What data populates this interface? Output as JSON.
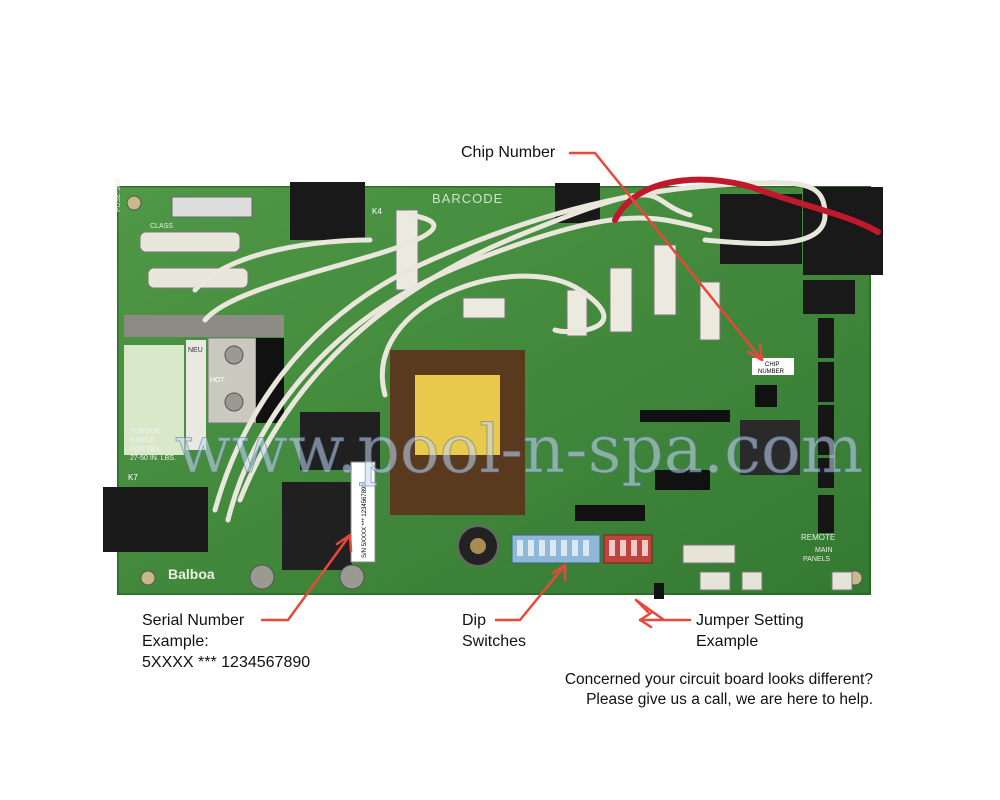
{
  "callouts": {
    "chip_number": "Chip Number",
    "serial_number": [
      "Serial Number",
      "Example:",
      "5XXXX *** 1234567890"
    ],
    "dip_switches": [
      "Dip",
      "Switches"
    ],
    "jumper_setting": [
      "Jumper Setting",
      "Example"
    ]
  },
  "note": [
    "Concerned your circuit board looks different?",
    "Please give us a call, we are here to help."
  ],
  "board": {
    "barcode_label": "BARCODE",
    "brand": "Balboa",
    "chip_tag": [
      "CHIP",
      "NUMBER"
    ],
    "serial_tag": "S/N 5XXXX *** 1234567890",
    "torque_text": [
      "TORQUE",
      "RANGE",
      "FOR TB1:",
      "27-50 IN. LBS."
    ],
    "remote_label": "REMOTE",
    "main_panels_label": [
      "MAIN",
      "PANELS"
    ],
    "k7_label": "K7",
    "k4_label": "K4",
    "terminal_labels": [
      "NEU",
      "HOT"
    ],
    "fuse_labels": [
      "FUSE-30A",
      "CLASS"
    ]
  },
  "watermark": "www.pool-n-spa.com",
  "colors": {
    "board_green": "#3f8a3a",
    "arrow_red": "#e8473a",
    "wire_red": "#c0182c",
    "wire_white": "#e9e6dc"
  }
}
